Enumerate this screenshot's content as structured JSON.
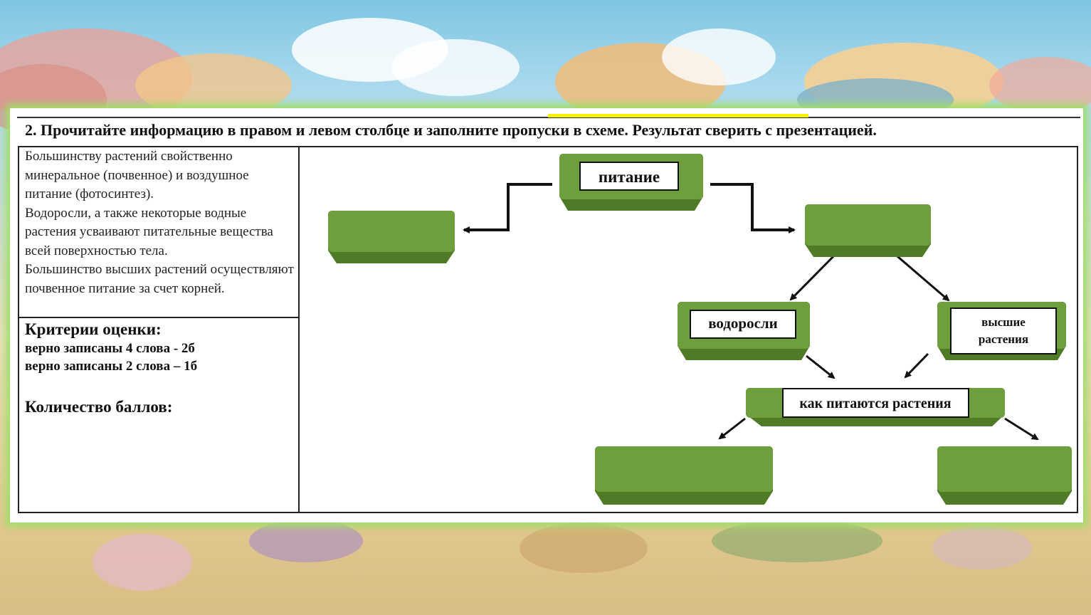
{
  "task": {
    "title": "2. Прочитайте информацию в правом и левом столбце и заполните пропуски в схеме. Результат сверить с презентацией."
  },
  "info_text": [
    "Большинству растений свойственно минеральное (почвенное) и воздушное питание (фотосинтез).",
    "Водоросли, а также некоторые водные растения усваивают питательные вещества всей поверхностью тела.",
    "Большинство высших растений осуществляют  почвенное питание за счет корней."
  ],
  "criteria": {
    "title": "Критерии оценки:",
    "line1": "верно записаны 4 слова - 2б",
    "line2": "верно записаны 2 слова – 1б",
    "score_label": "Количество баллов:"
  },
  "diagram": {
    "nutrition": "питание",
    "algae": "водоросли",
    "higher_plants_line1": "высшие",
    "higher_plants_line2": "растения",
    "how_plants_feed": "как питаются растения"
  },
  "colors": {
    "box_green": "#6f9e3d",
    "box_green_dark": "#4f7a26",
    "arrow": "#111111"
  }
}
